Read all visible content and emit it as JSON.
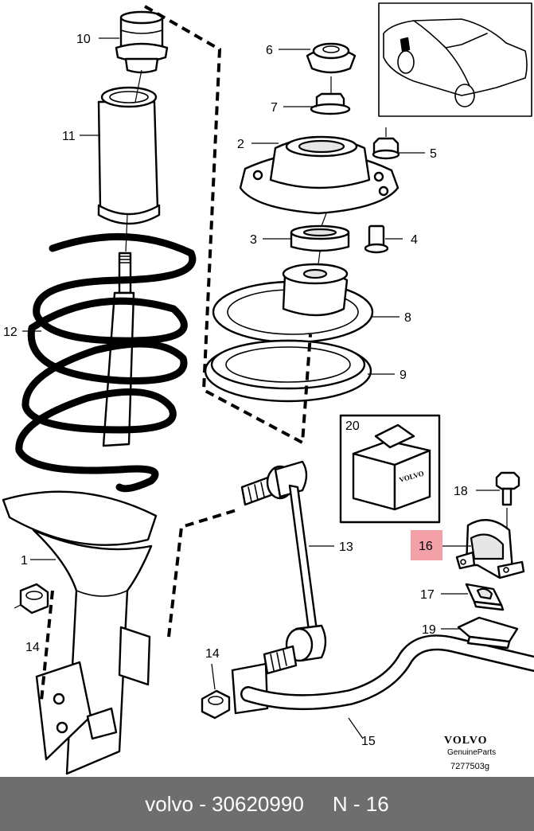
{
  "callouts": {
    "c1": "1",
    "c2": "2",
    "c3": "3",
    "c4": "4",
    "c5": "5",
    "c6": "6",
    "c7": "7",
    "c8": "8",
    "c9": "9",
    "c10": "10",
    "c11": "11",
    "c12": "12",
    "c13": "13",
    "c14a": "14",
    "c14b": "14",
    "c15": "15",
    "c16": "16",
    "c17": "17",
    "c18": "18",
    "c19": "19",
    "c20": "20"
  },
  "highlight_color": "#f4a0a8",
  "brand": {
    "logo": "VOLVO",
    "sub": "GenuineParts",
    "code": "7277503g",
    "box_logo": "VOLVO"
  },
  "footer": {
    "brand": "volvo",
    "sep1": " - ",
    "part_number": "30620990",
    "item": "N - 16"
  }
}
